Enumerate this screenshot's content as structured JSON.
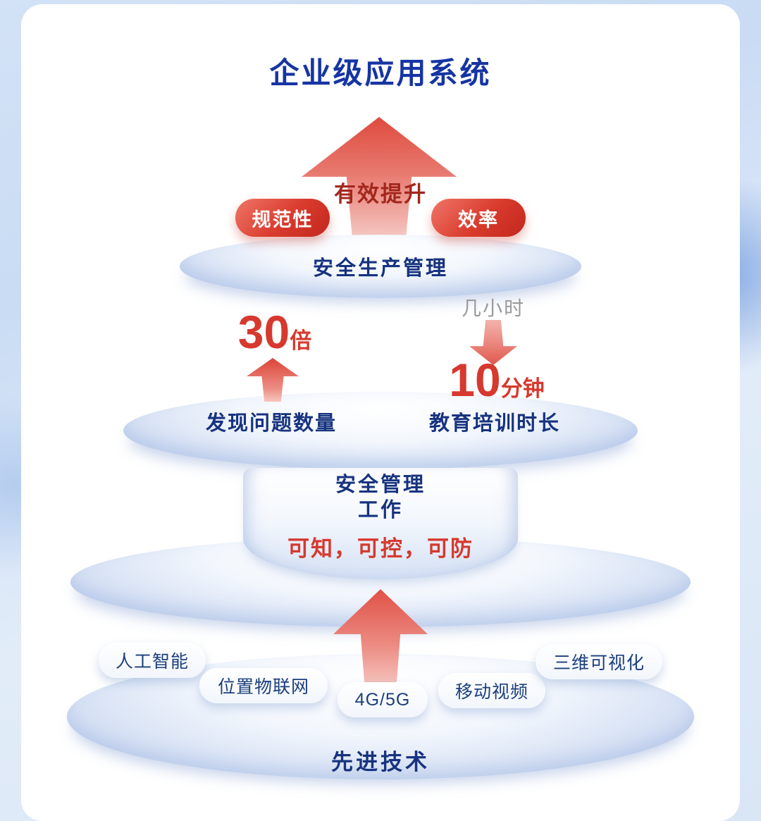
{
  "page": {
    "title": "企业级应用系统"
  },
  "top": {
    "arrow_label": "有效提升",
    "badge_left": "规范性",
    "badge_right": "效率",
    "platform": "安全生产管理"
  },
  "metrics": {
    "issues": {
      "value": "30",
      "unit": "倍",
      "label": "发现问题数量"
    },
    "training": {
      "before": "几小时",
      "value": "10",
      "unit": "分钟",
      "label": "教育培训时长"
    }
  },
  "core": {
    "line1": "安全管理",
    "line2": "工作",
    "slogan": "可知，可控，可防"
  },
  "tech": {
    "pills": [
      "人工智能",
      "位置物联网",
      "4G/5G",
      "移动视频",
      "三维可视化"
    ],
    "platform": "先进技术"
  },
  "colors": {
    "title_blue": "#1635a3",
    "text_blue": "#17337f",
    "accent_red": "#d6392e",
    "badge_red": "#c2281e",
    "muted_gray": "#9b9b9b",
    "platform_blue": "#c7d6ef"
  }
}
